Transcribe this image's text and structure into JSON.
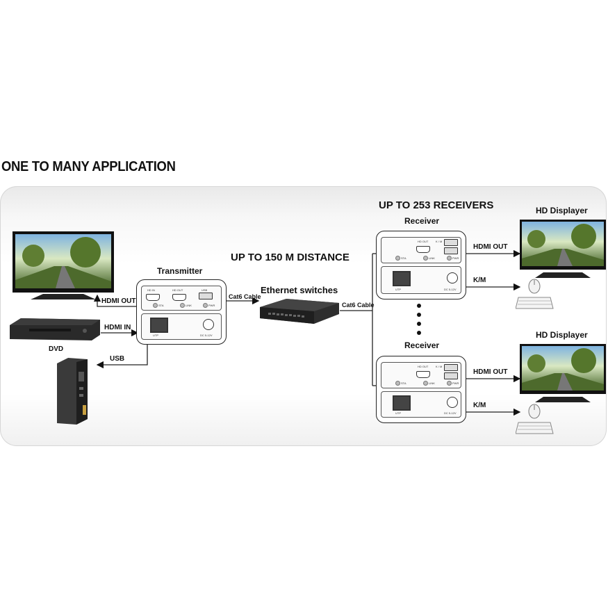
{
  "title": "ONE TO MANY APPLICATION",
  "labels": {
    "distance": "UP TO 150 M DISTANCE",
    "receivers_count": "UP TO 253 RECEIVERS",
    "transmitter": "Transmitter",
    "ethernet_switches": "Ethernet switches",
    "receiver_top": "Receiver",
    "receiver_bottom": "Receiver",
    "hd_displayer_top": "HD Displayer",
    "hd_displayer_bottom": "HD Displayer",
    "dvd": "DVD",
    "hdmi_out_tx": "HDMI OUT",
    "hdmi_in_tx": "HDMI IN",
    "usb": "USB",
    "cat6_cable_left": "Cat6 Cable",
    "cat6_cable_right": "Cat6 Cable",
    "hdmi_out_rx_top": "HDMI OUT",
    "km_top": "K/M",
    "hdmi_out_rx_bottom": "HDMI OUT",
    "km_bottom": "K/M"
  },
  "transmitter_ports": {
    "hd_in": "HD IN",
    "hd_out": "HD OUT",
    "usb": "USB",
    "sta": "STA",
    "link": "LINK",
    "pwr": "PWR",
    "utp": "UTP",
    "dc": "DC 5-12V"
  },
  "receiver_ports": {
    "hd_out": "HD OUT",
    "km": "K / M",
    "sta": "STA",
    "link": "LINK",
    "pwr": "PWR",
    "utp": "UTP",
    "dc": "DC 5-12V"
  }
}
